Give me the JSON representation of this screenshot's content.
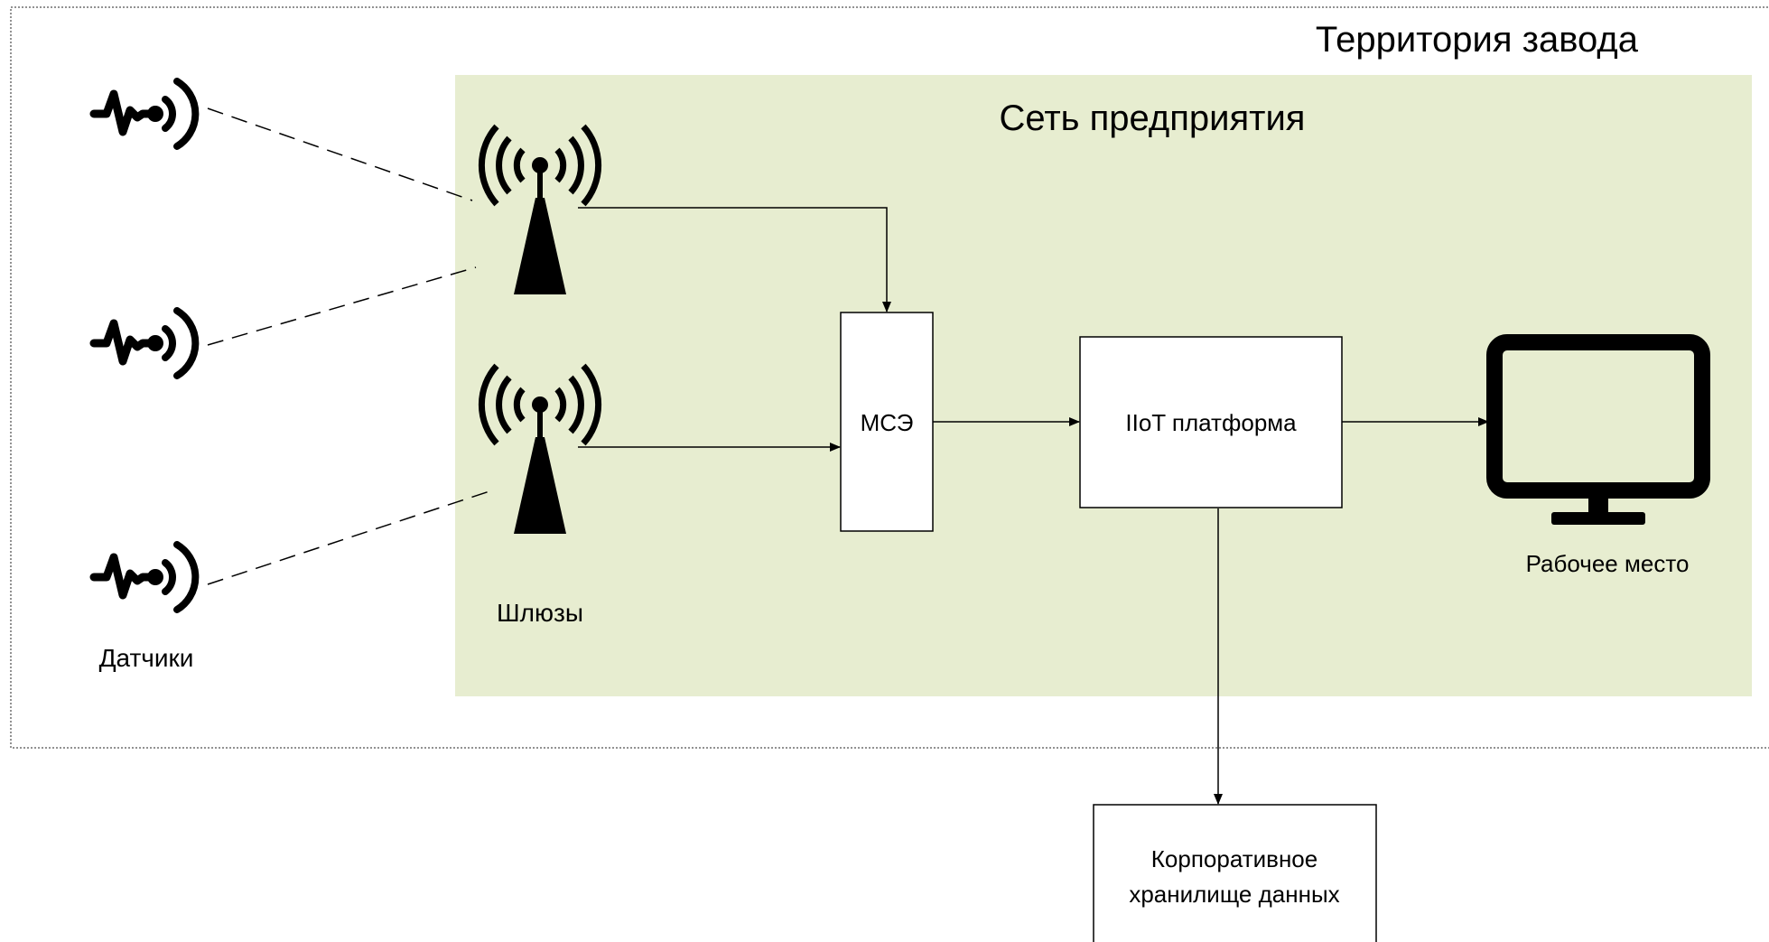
{
  "labels": {
    "factory": "Территория завода",
    "enterprise_network": "Сеть предприятия",
    "gateways": "Шлюзы",
    "sensors": "Датчики",
    "firewall": "МСЭ",
    "iiot_platform": "IIoT платформа",
    "workstation": "Рабочее место",
    "storage_line1": "Корпоративное",
    "storage_line2": "хранилище данных"
  },
  "colors": {
    "enterprise_fill": "#e7edd0",
    "line": "#000000",
    "box_fill": "#ffffff",
    "border": "#6e6e6e"
  },
  "icons": {
    "sensor": "sensor-signal-icon",
    "gateway": "antenna-tower-icon",
    "workstation": "monitor-icon"
  }
}
